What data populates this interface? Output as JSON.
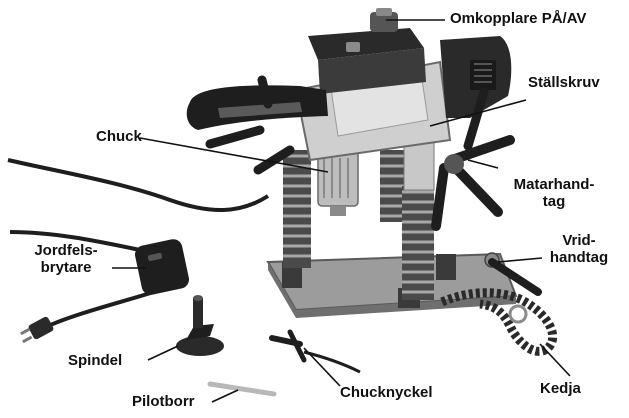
{
  "labels": {
    "switch": "Omkopplare PÅ/AV",
    "set_screw": "Ställskruv",
    "chuck": "Chuck",
    "feed_handle": "Matarhand-\ntag",
    "torque_handle": "Vrid-\nhandtag",
    "gfci": "Jordfels-\nbrytare",
    "spindle": "Spindel",
    "chuck_key": "Chucknyckel",
    "pilot_bit": "Pilotborr",
    "chain": "Kedja"
  },
  "colors": {
    "line": "#111111",
    "dark": "#1e1e1e",
    "metal": "#8d8d8d",
    "light_metal": "#c8c8c8",
    "spring": "#4a4a4a"
  }
}
